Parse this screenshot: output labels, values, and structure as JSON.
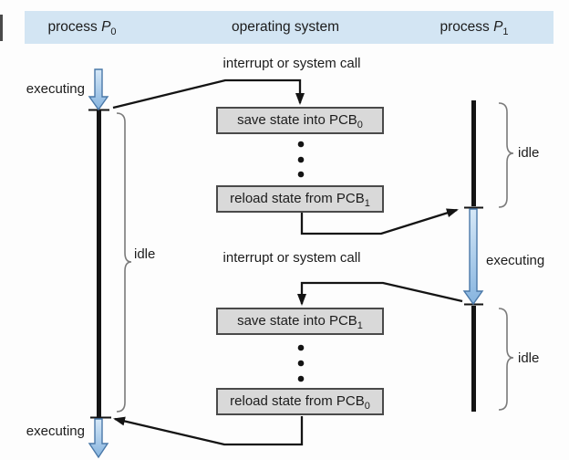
{
  "header": {
    "columns": [
      {
        "prefix": "process ",
        "symbol": "P",
        "sub": "0"
      },
      {
        "label": "operating system"
      },
      {
        "prefix": "process ",
        "symbol": "P",
        "sub": "1"
      }
    ]
  },
  "labels": {
    "interrupt_top": "interrupt or system call",
    "interrupt_bottom": "interrupt or system call",
    "p0_executing_top": "executing",
    "p0_idle": "idle",
    "p0_executing_bottom": "executing",
    "p1_idle_top": "idle",
    "p1_executing": "executing",
    "p1_idle_bottom": "idle"
  },
  "boxes": [
    {
      "text": "save state into PCB",
      "sub": "0"
    },
    {
      "text": "reload state from PCB",
      "sub": "1"
    },
    {
      "text": "save state into PCB",
      "sub": "1"
    },
    {
      "text": "reload state from PCB",
      "sub": "0"
    }
  ],
  "colors": {
    "header-bg": "#d3e5f3",
    "box-bg": "#d9d9d9",
    "box-border": "#4a4a4a",
    "line": "#141414",
    "brace": "#7a7a7a",
    "arrow-fill-top": "#d6e8f7",
    "arrow-fill-bottom": "#86b4df",
    "arrow-stroke": "#4a78a8",
    "text": "#1c1c1c"
  }
}
